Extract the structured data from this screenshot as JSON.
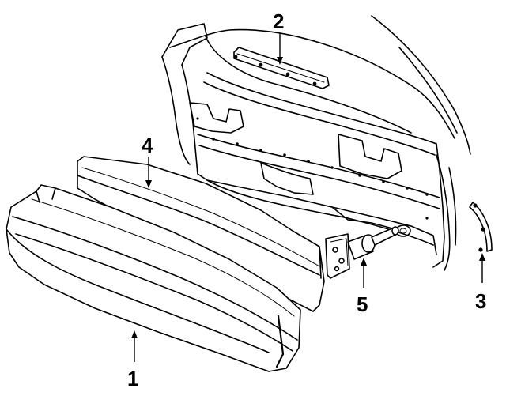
{
  "diagram": {
    "callouts": [
      {
        "id": "1",
        "label": "1",
        "part": "bumper-cover"
      },
      {
        "id": "2",
        "label": "2",
        "part": "upper-retainer-strip"
      },
      {
        "id": "3",
        "label": "3",
        "part": "side-guide-bracket"
      },
      {
        "id": "4",
        "label": "4",
        "part": "energy-absorber"
      },
      {
        "id": "5",
        "label": "5",
        "part": "impact-isolator-mount"
      }
    ]
  },
  "colors": {
    "line": "#000000",
    "background": "#ffffff"
  }
}
